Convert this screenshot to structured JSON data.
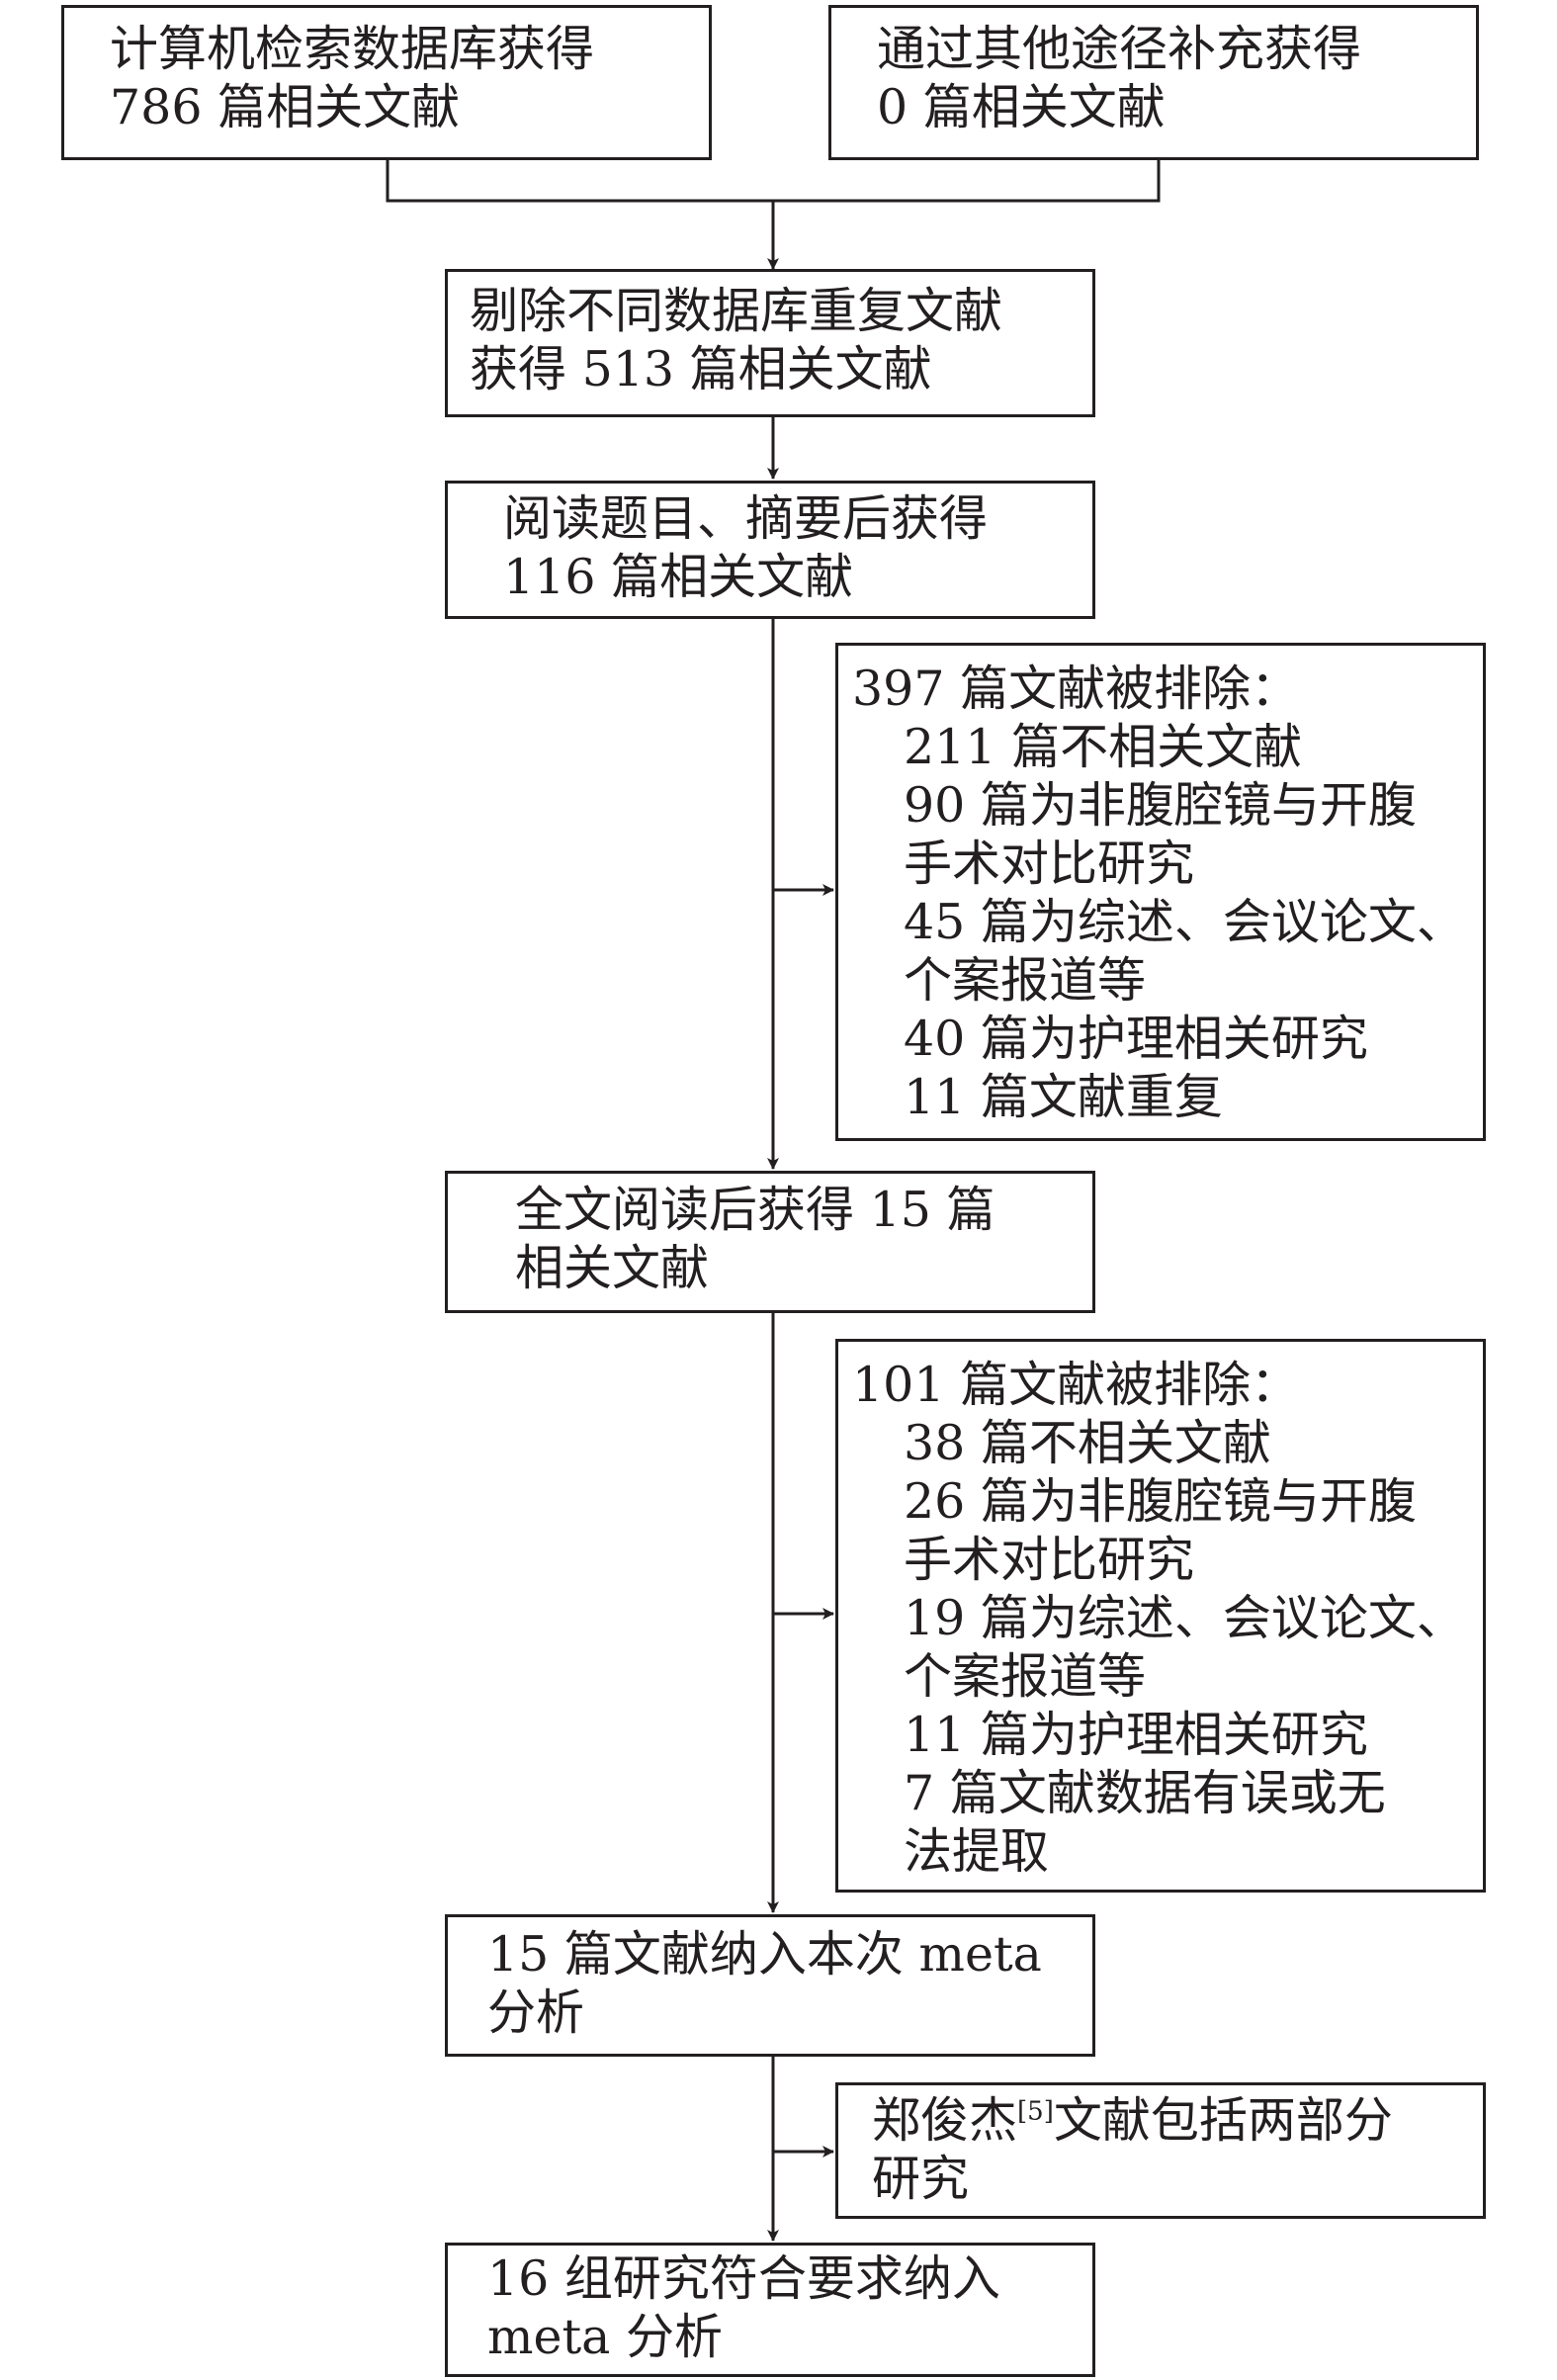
{
  "nodes": {
    "search_db": {
      "lines": [
        "计算机检索数据库获得",
        "786 篇相关文献"
      ]
    },
    "search_other": {
      "lines": [
        "通过其他途径补充获得",
        "0 篇相关文献"
      ]
    },
    "dedup": {
      "lines": [
        "剔除不同数据库重复文献",
        "获得 513 篇相关文献"
      ]
    },
    "title_abstract": {
      "lines": [
        "阅读题目、摘要后获得",
        "116 篇相关文献"
      ]
    },
    "excluded_1": {
      "heading": "397 篇文献被排除：",
      "lines": [
        "211 篇不相关文献",
        "90 篇为非腹腔镜与开腹",
        "手术对比研究",
        "45 篇为综述、会议论文、",
        "个案报道等",
        "40 篇为护理相关研究",
        "11 篇文献重复"
      ]
    },
    "fulltext": {
      "lines": [
        "全文阅读后获得 15 篇",
        "相关文献"
      ]
    },
    "excluded_2": {
      "heading": "101 篇文献被排除：",
      "lines": [
        "38 篇不相关文献",
        "26 篇为非腹腔镜与开腹",
        "手术对比研究",
        "19 篇为综述、会议论文、",
        "个案报道等",
        "11 篇为护理相关研究",
        "7 篇文献数据有误或无",
        "法提取"
      ]
    },
    "included": {
      "lines": [
        "15 篇文献纳入本次 meta",
        "分析"
      ]
    },
    "note": {
      "line1_before": "郑俊杰",
      "line1_ref": "[5]",
      "line1_after": "文献包括两部分",
      "line2": "研究"
    },
    "final": {
      "lines": [
        "16 组研究符合要求纳入",
        "meta 分析"
      ]
    }
  }
}
